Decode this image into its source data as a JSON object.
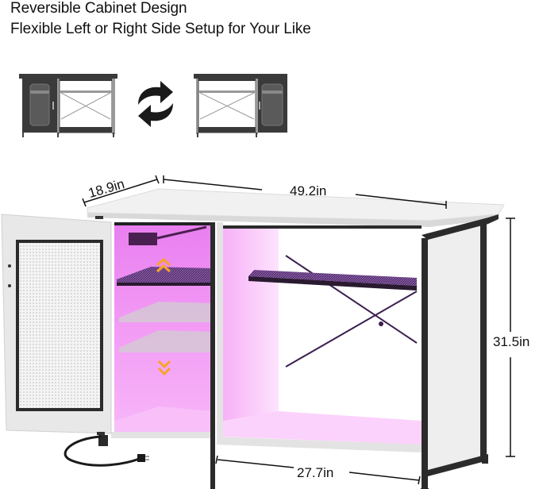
{
  "headings": {
    "line1": "Reversible Cabinet Design",
    "line2": "Flexible Left or Right Side Setup for Your Like"
  },
  "thumbnails": [
    {
      "label": "cabinet-on-left",
      "cabinet_side": "left"
    },
    {
      "label": "cabinet-on-right",
      "cabinet_side": "right"
    }
  ],
  "icons": {
    "swap": "swap-arrows-icon"
  },
  "dimensions": {
    "depth": "18.9in",
    "width": "49.2in",
    "height": "31.5in",
    "open_section_width": "27.7in"
  },
  "colors": {
    "text": "#111111",
    "frame": "#2b2b2b",
    "panel": "#f2f2f2",
    "led_glow": "#f7a8f7",
    "led_deep": "#9b3fc2",
    "arrow_accent": "#f5a623",
    "thumb_dark": "#3a3a3a"
  }
}
